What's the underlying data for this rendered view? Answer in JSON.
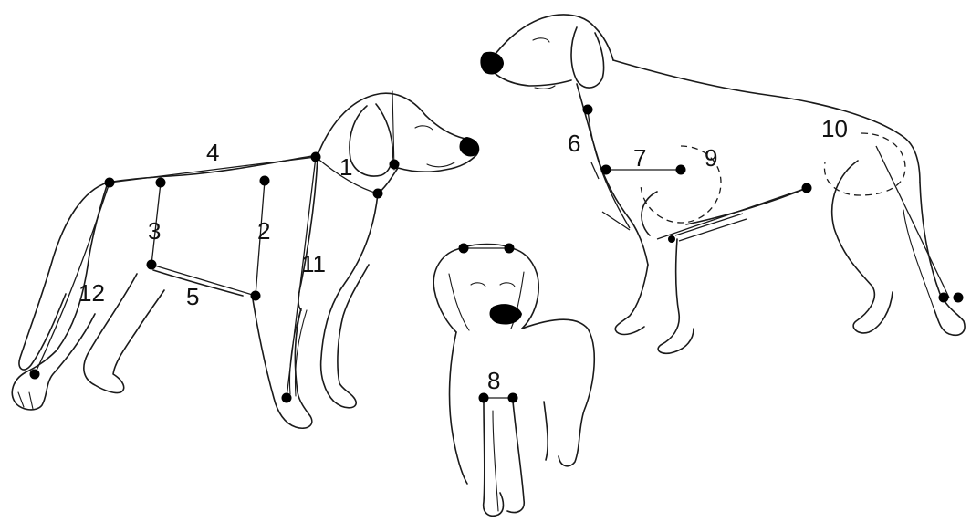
{
  "diagram": {
    "measurement_labels": [
      "1",
      "2",
      "3",
      "4",
      "5",
      "6",
      "7",
      "8",
      "9",
      "10",
      "11",
      "12"
    ]
  },
  "colors": {
    "line": "#1a1a1a",
    "point": "#000000",
    "background": "#ffffff"
  }
}
